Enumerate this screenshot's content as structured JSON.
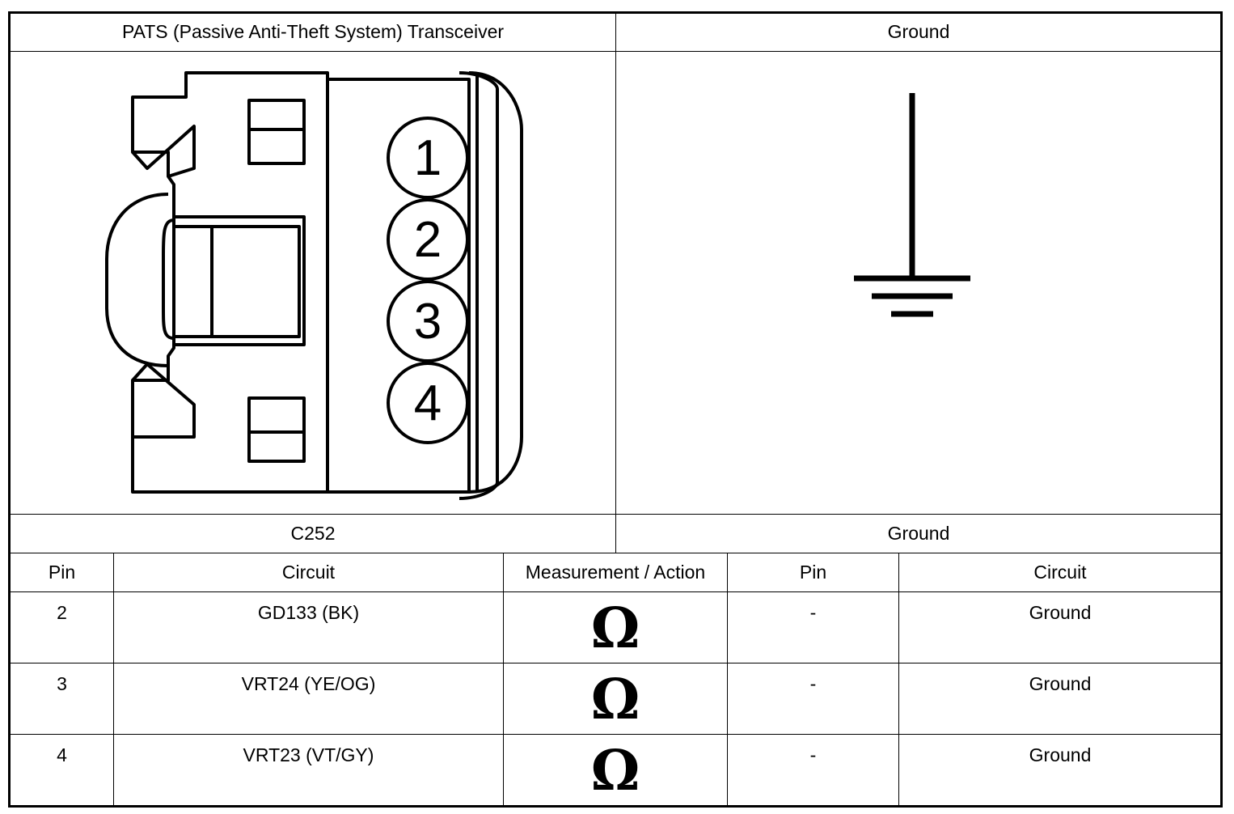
{
  "headers": {
    "left_component": "PATS (Passive Anti-Theft System) Transceiver",
    "right_component": "Ground"
  },
  "connector": {
    "id": "C252",
    "pins": [
      "1",
      "2",
      "3",
      "4"
    ]
  },
  "ground_label": "Ground",
  "table": {
    "columns": [
      "Pin",
      "Circuit",
      "Measurement / Action",
      "Pin",
      "Circuit"
    ],
    "rows": [
      {
        "pin": "2",
        "circuit": "GD133 (BK)",
        "measurement": "Ω",
        "pin2": "-",
        "circuit2": "Ground"
      },
      {
        "pin": "3",
        "circuit": "VRT24 (YE/OG)",
        "measurement": "Ω",
        "pin2": "-",
        "circuit2": "Ground"
      },
      {
        "pin": "4",
        "circuit": "VRT23 (VT/GY)",
        "measurement": "Ω",
        "pin2": "-",
        "circuit2": "Ground"
      }
    ]
  }
}
